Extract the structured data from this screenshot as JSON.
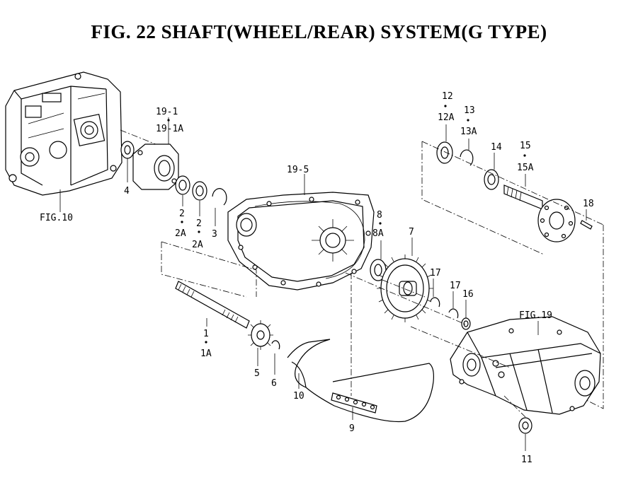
{
  "title": "FIG. 22  SHAFT(WHEEL/REAR) SYSTEM(G TYPE)",
  "labels": {
    "fig10": "FIG.10",
    "fig19": "FIG.19",
    "p4": "4",
    "p19_1": "19-1",
    "p19_1a": "19-1A",
    "p2a_top": "2",
    "p2a_bot": "2A",
    "p2b_top": "2",
    "p2b_bot": "2A",
    "p3": "3",
    "p19_5": "19-5",
    "p8": "8",
    "p8a": "8A",
    "p7": "7",
    "p12": "12",
    "p12a": "12A",
    "p13": "13",
    "p13a": "13A",
    "p14": "14",
    "p15": "15",
    "p15a": "15A",
    "p18": "18",
    "p17a": "17",
    "p17b": "17",
    "p16": "16",
    "p1": "1",
    "p1a": "1A",
    "p5": "5",
    "p6": "6",
    "p10": "10",
    "p9": "9",
    "p11": "11"
  }
}
